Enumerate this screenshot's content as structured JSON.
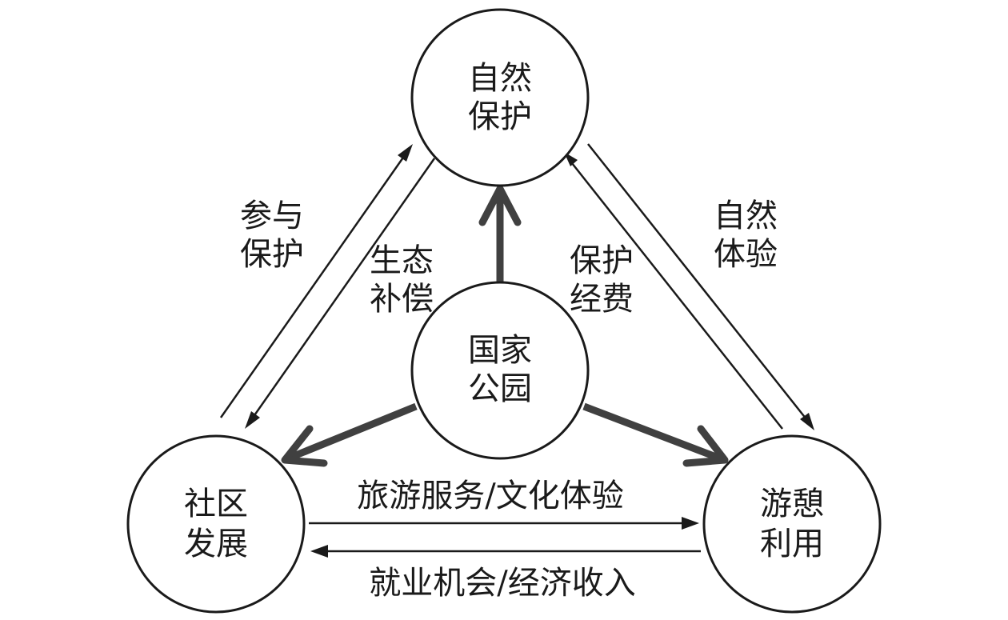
{
  "nodes": {
    "center": {
      "line1": "国家",
      "line2": "公园"
    },
    "top": {
      "line1": "自然",
      "line2": "保护"
    },
    "left": {
      "line1": "社区",
      "line2": "发展"
    },
    "right": {
      "line1": "游憩",
      "line2": "利用"
    }
  },
  "edges": {
    "community_to_nature": {
      "line1": "参与",
      "line2": "保护"
    },
    "nature_to_community": {
      "line1": "生态",
      "line2": "补偿"
    },
    "recreation_to_nature": {
      "line1": "保护",
      "line2": "经费"
    },
    "nature_to_recreation": {
      "line1": "自然",
      "line2": "体验"
    },
    "community_to_recreation": {
      "label": "旅游服务/文化体验"
    },
    "recreation_to_community": {
      "label": "就业机会/经济收入"
    }
  },
  "colors": {
    "line": "#1a1a1a",
    "thick_arrow": "#404040",
    "background": "#ffffff"
  }
}
